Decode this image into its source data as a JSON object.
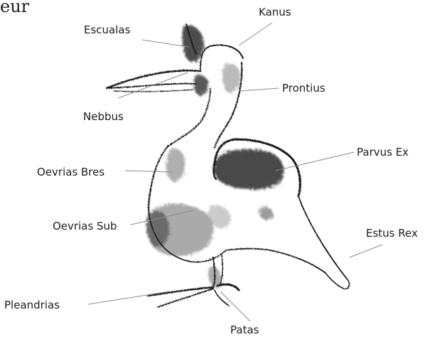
{
  "corner_text": "eur",
  "labels": {
    "kanus": "Kanus",
    "escualas": "Escualas",
    "prontius": "Prontius",
    "nebbus": "Nebbus",
    "parvus_ex": "Parvus Ex",
    "oevrias_bres": "Oevrias Bres",
    "oevrias_sub": "Oevrias Sub",
    "estus_rex": "Estus Rex",
    "pleandrias": "Pleandrias",
    "patas": "Patas"
  },
  "colors": {
    "ink": "#1a1a1a",
    "leader": "#8a8a8a",
    "wash": "#6a6a6a"
  }
}
